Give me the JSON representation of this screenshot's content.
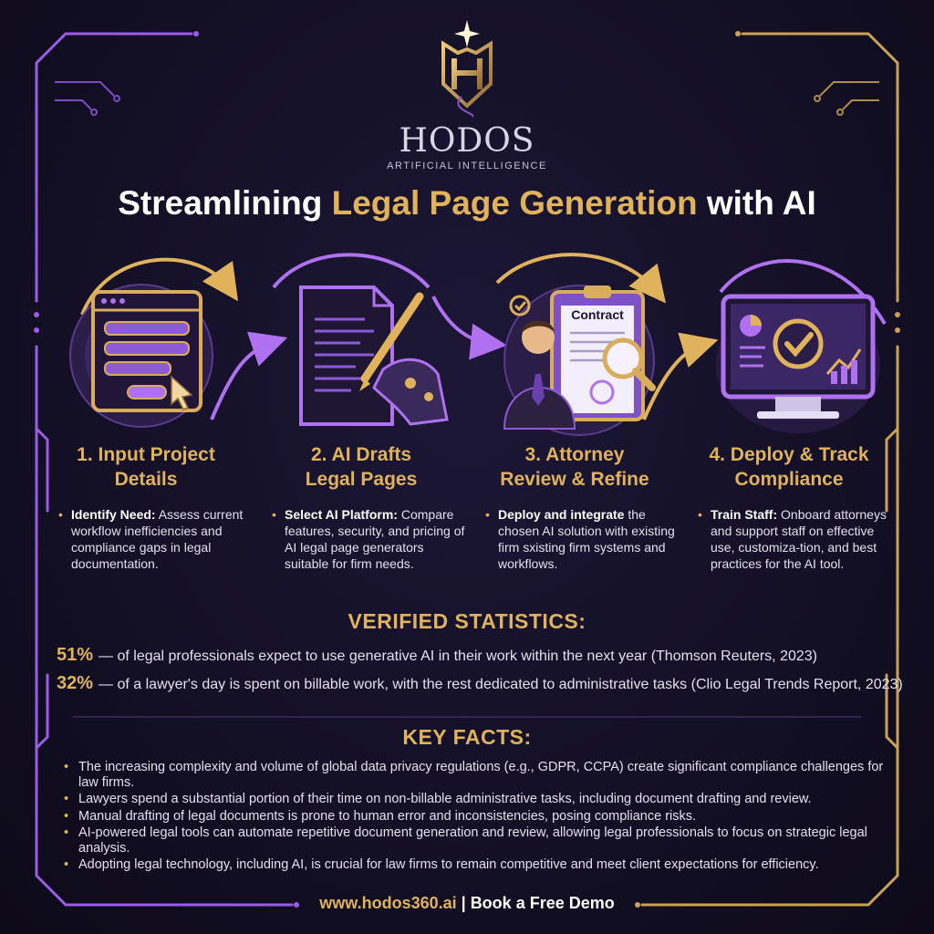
{
  "brand": {
    "name": "HODOS",
    "tagline": "ARTIFICIAL INTELLIGENCE",
    "logo_icon": "hodos-h-shield-logo"
  },
  "title": {
    "part1": "Streamlining ",
    "highlight": "Legal Page Generation",
    "part2": " with AI"
  },
  "steps": [
    {
      "icon": "web-form-icon",
      "title_line1": "1. Input Project",
      "title_line2": "Details",
      "bold": "Identify Need:",
      "text": " Assess current workflow inefficiencies and compliance gaps in legal documentation."
    },
    {
      "icon": "robot-hand-drafting-icon",
      "title_line1": "2. AI Drafts",
      "title_line2": "Legal Pages",
      "bold": "Select AI Platform:",
      "text": " Compare features, security, and pricing of AI legal page generators suitable for firm needs."
    },
    {
      "icon": "attorney-contract-review-icon",
      "title_line1": "3. Attorney",
      "title_line2": "Review & Refine",
      "bold": "Deploy and integrate",
      "text": " the chosen AI solution with existing firm sxisting firm systems and workflows.",
      "contract_label": "Contract"
    },
    {
      "icon": "monitor-dashboard-check-icon",
      "title_line1": "4. Deploy & Track",
      "title_line2": "Compliance",
      "bold": "Train Staff:",
      "text": " Onboard attorneys and support staff on effective use, customiza-tion, and best practices for the AI tool."
    }
  ],
  "statistics": {
    "heading": "VERIFIED STATISTICS:",
    "items": [
      {
        "value": "51%",
        "text": "— of legal professionals expect to use generative AI in their work within the next year (Thomson Reuters, 2023)"
      },
      {
        "value": "32%",
        "text": "— of a lawyer's day is spent on billable work, with the rest dedicated to administrative tasks (Clio Legal Trends Report, 2023)"
      }
    ]
  },
  "key_facts": {
    "heading": "KEY FACTS:",
    "items": [
      "The increasing complexity and volume of global data privacy regulations (e.g., GDPR, CCPA) create significant compliance challenges for law firms.",
      "Lawyers spend a substantial portion of their time on non-billable administrative tasks, including document drafting and review.",
      "Manual drafting of legal documents is prone to human error and inconsistencies, posing compliance risks.",
      "AI-powered legal tools can automate repetitive document generation and review, allowing legal professionals to focus on strategic legal analysis.",
      "Adopting legal technology, including AI, is crucial for law firms to remain competitive and meet client expectations for efficiency."
    ]
  },
  "footer": {
    "url": "www.hodos360.ai",
    "separator": " | ",
    "cta": "Book a Free Demo"
  },
  "colors": {
    "gold": "#e0b25c",
    "purple": "#9b5de5",
    "background": "#130f24"
  }
}
